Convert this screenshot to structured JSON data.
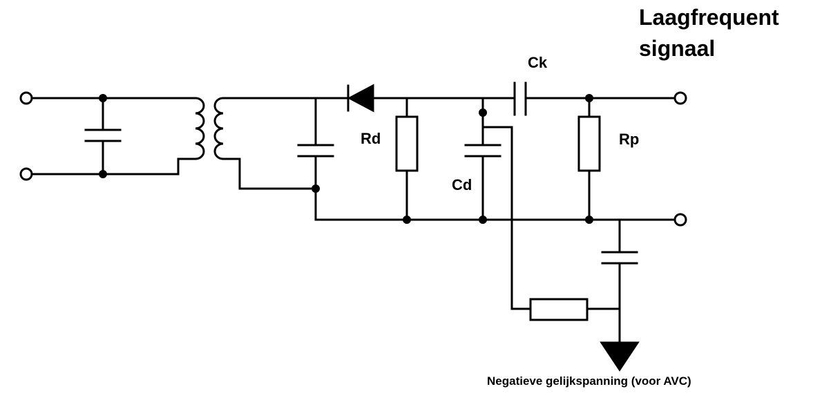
{
  "title_line1": "Laagfrequent",
  "title_line2": "signaal",
  "labels": {
    "ck": "Ck",
    "rd": "Rd",
    "cd": "Cd",
    "rp": "Rp",
    "avc_note": "Negatieve gelijkspanning (voor AVC)"
  }
}
